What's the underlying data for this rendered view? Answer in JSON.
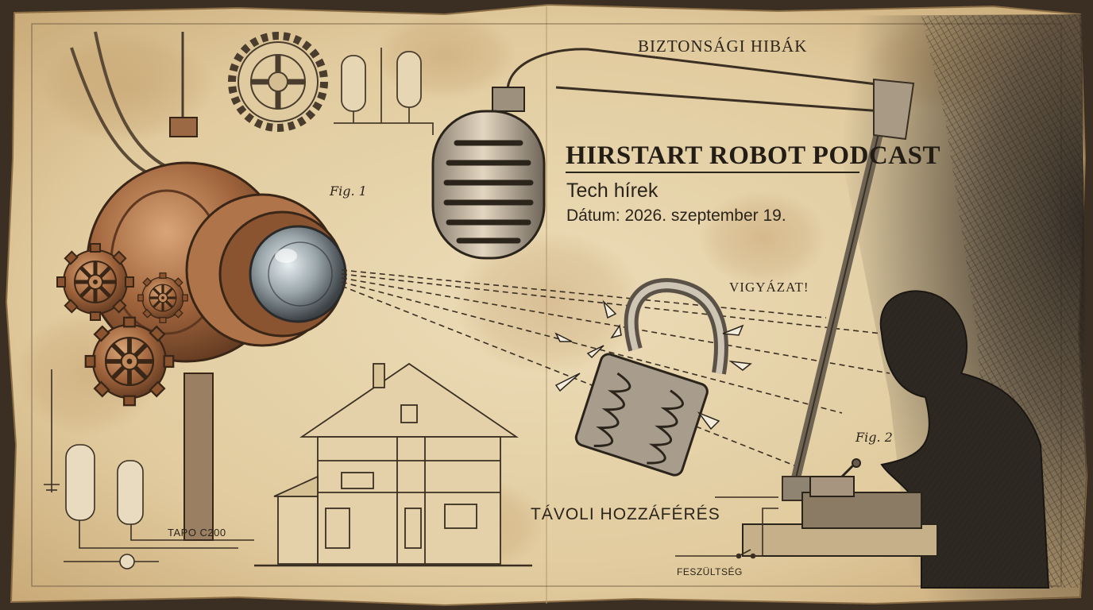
{
  "poster": {
    "title": "HIRSTART ROBOT PODCAST",
    "subtitle": "Tech hírek",
    "date_line": "Dátum: 2026. szeptember 19."
  },
  "labels": {
    "security_flaws": "BIZTONSÁGI HIBÁK",
    "warning": "VIGYÁZAT!",
    "remote_access": "TÁVOLI HOZZÁFÉRÉS",
    "camera_model": "TAPO C200",
    "voltage": "FESZÜLTSÉG",
    "fig1": "Fig. 1",
    "fig2": "Fig. 2"
  },
  "illustrations": [
    "robot-camera-eye",
    "vintage-microphone",
    "broken-padlock",
    "house-cross-section",
    "hooded-hacker",
    "telegraph-key",
    "vacuum-tube-schematic"
  ],
  "colors": {
    "paper": "#e6d3ac",
    "ink": "#2b241b",
    "copper": "#a0643c",
    "stain": "#b58a55"
  }
}
